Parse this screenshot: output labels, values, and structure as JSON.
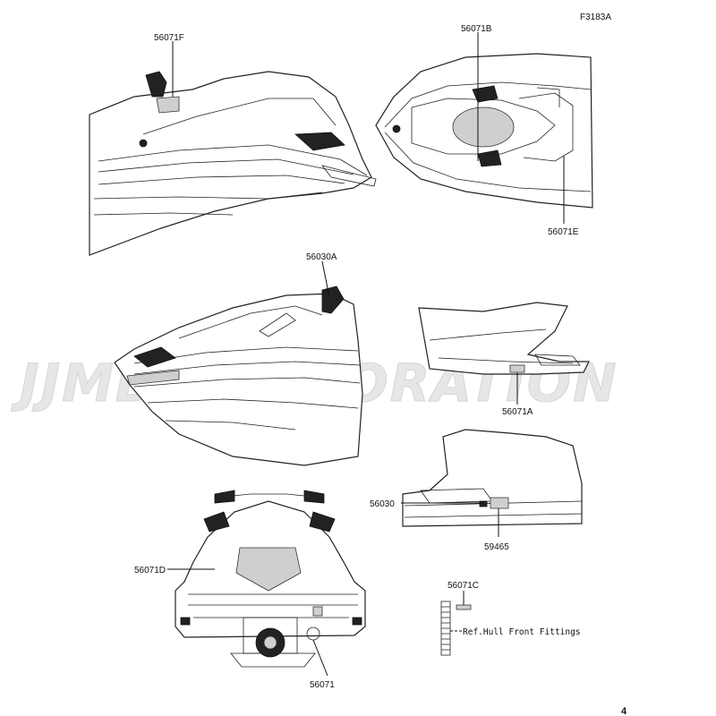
{
  "figure_code": "F3183A",
  "page_number": "4",
  "watermark": "JJMB CORPORATION",
  "callouts": [
    {
      "id": "56071F",
      "label": "56071F"
    },
    {
      "id": "56071B",
      "label": "56071B"
    },
    {
      "id": "56071E",
      "label": "56071E"
    },
    {
      "id": "56030A",
      "label": "56030A"
    },
    {
      "id": "56071A",
      "label": "56071A"
    },
    {
      "id": "56030",
      "label": "56030"
    },
    {
      "id": "59465",
      "label": "59465"
    },
    {
      "id": "56071D",
      "label": "56071D"
    },
    {
      "id": "56071C",
      "label": "56071C"
    },
    {
      "id": "56071",
      "label": "56071"
    }
  ],
  "note": "Ref.Hull Front Fittings"
}
